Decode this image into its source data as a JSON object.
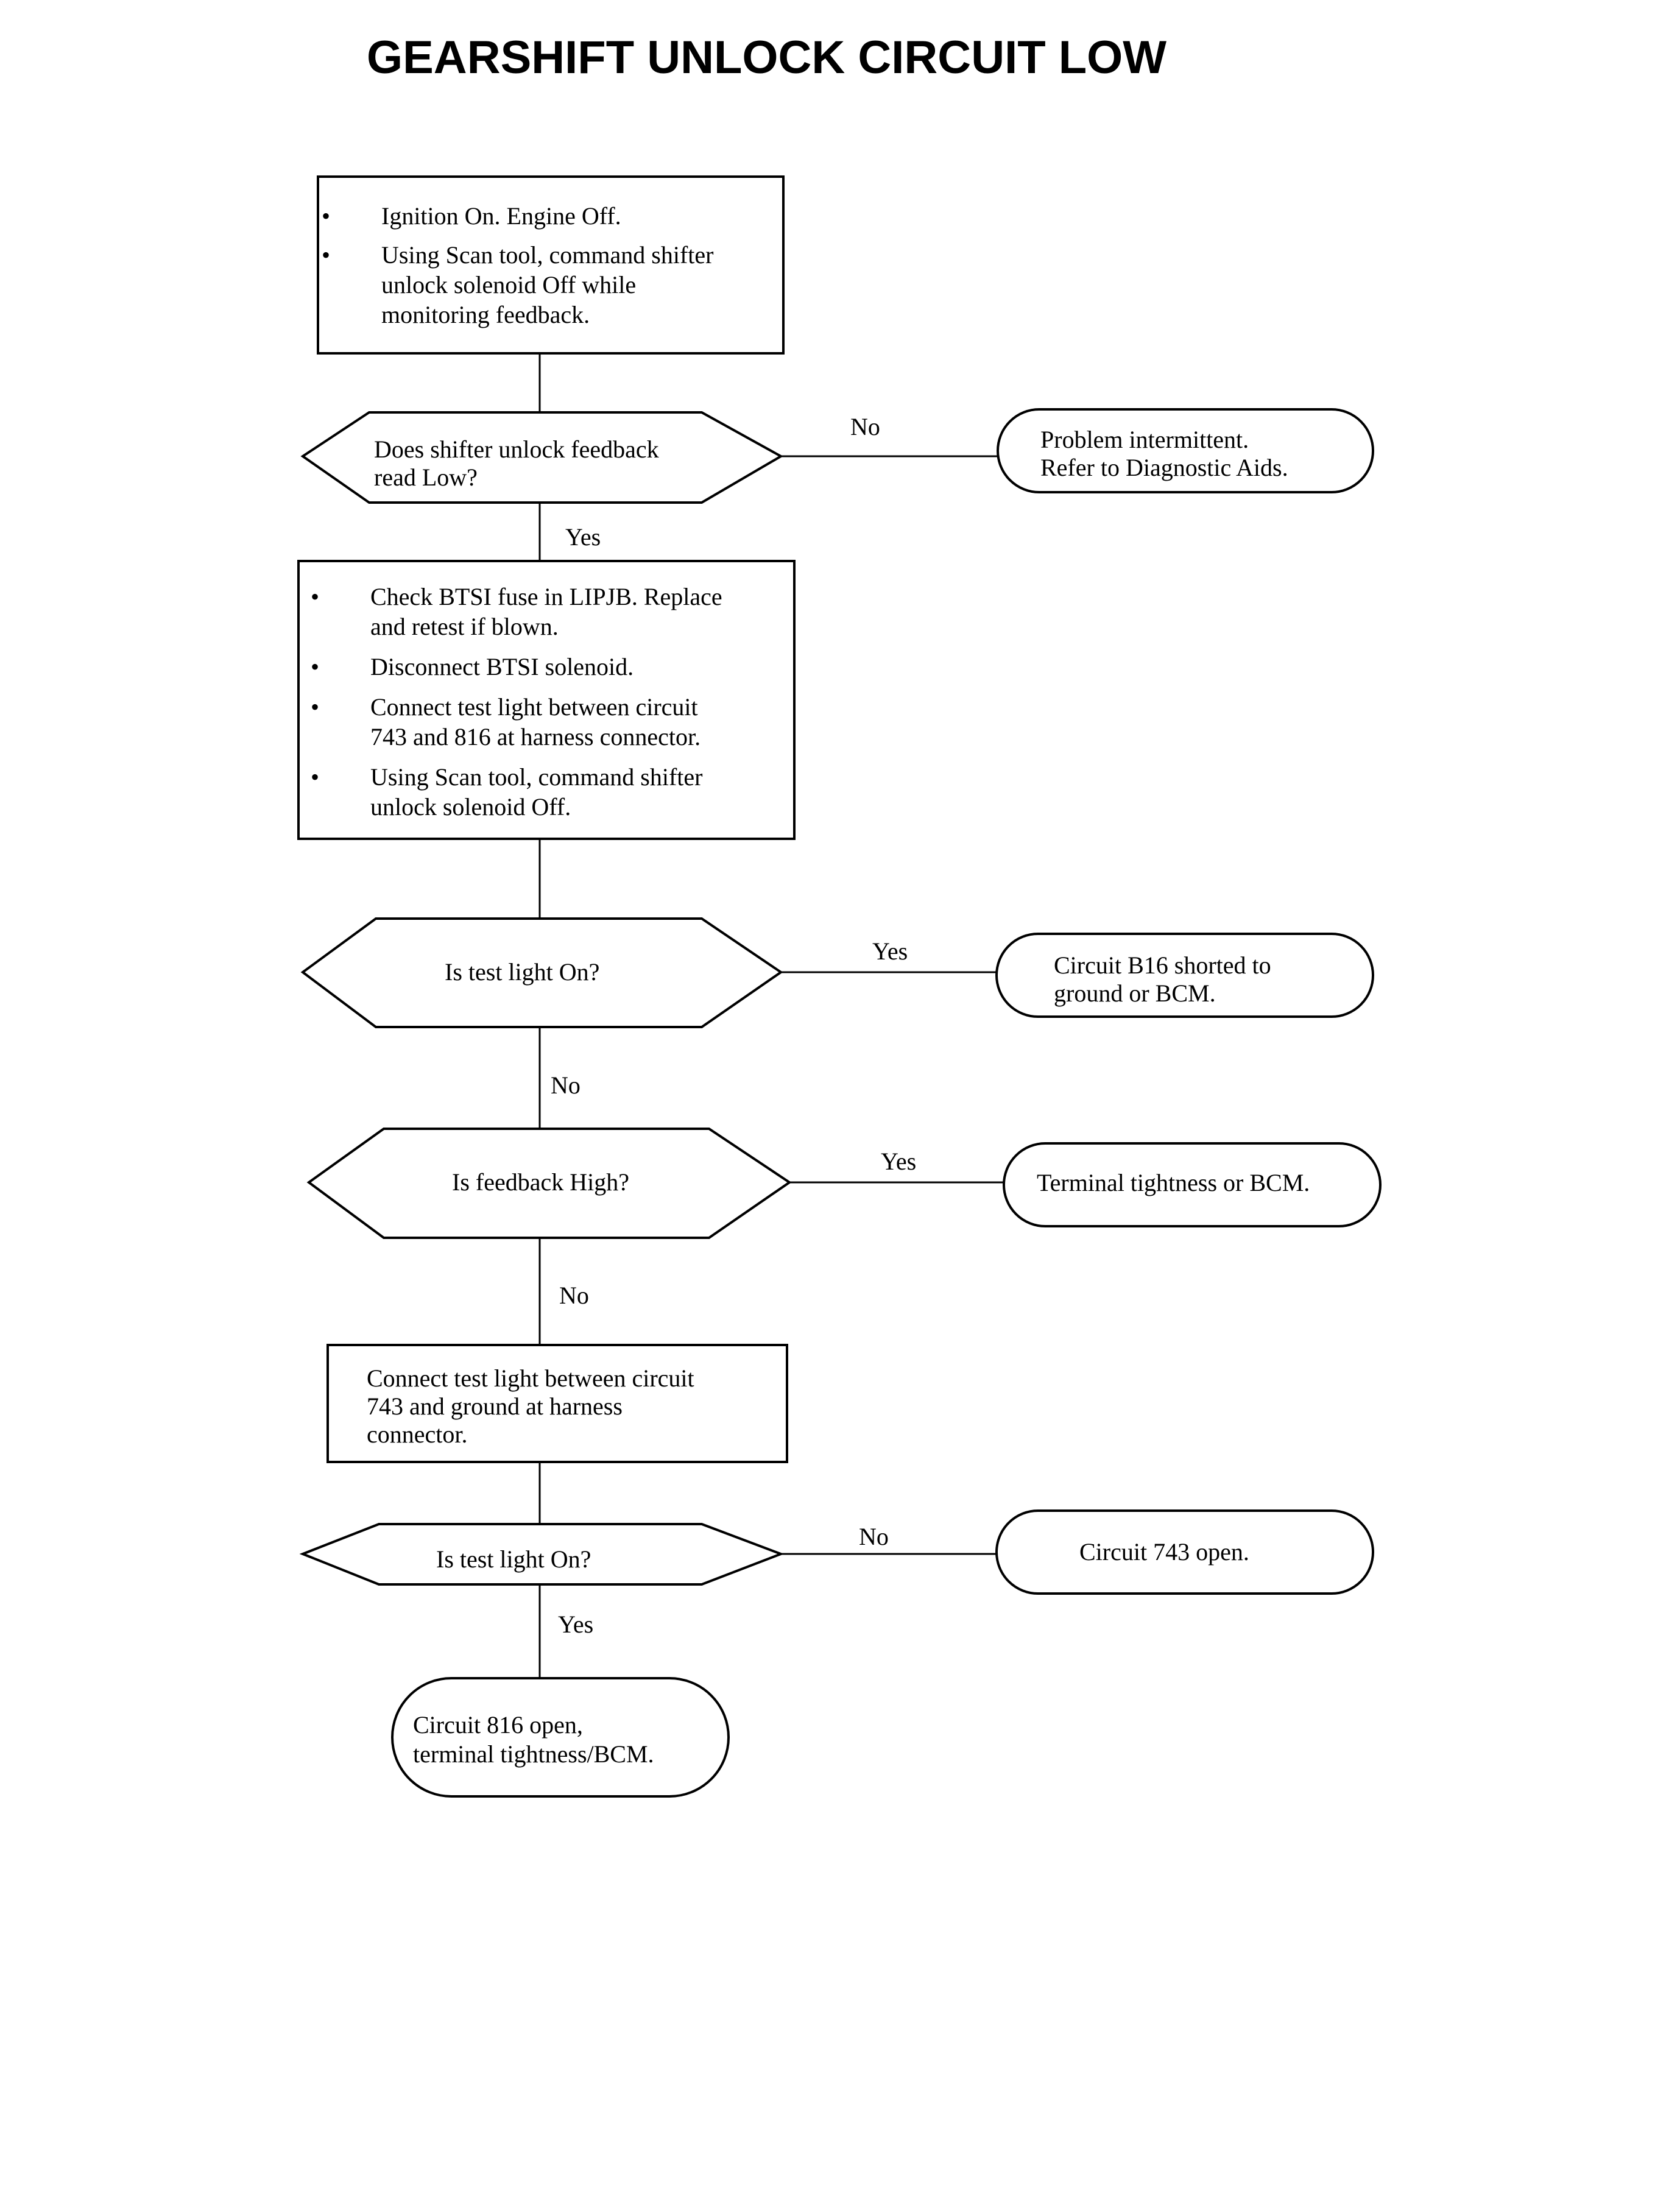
{
  "title": "GEARSHIFT UNLOCK CIRCUIT LOW",
  "bullet_symbol": "•",
  "nodes": {
    "step1": {
      "bullets": [
        [
          "Ignition On. Engine Off."
        ],
        [
          "Using Scan tool, command shifter",
          "unlock solenoid Off while",
          "monitoring feedback."
        ]
      ]
    },
    "decision1": {
      "lines": [
        "Does shifter unlock feedback",
        "read Low?"
      ]
    },
    "result1": {
      "lines": [
        "Problem intermittent.",
        "Refer to Diagnostic Aids."
      ]
    },
    "step2": {
      "bullets": [
        [
          "Check BTSI fuse in LIPJB. Replace",
          "and retest if blown."
        ],
        [
          "Disconnect BTSI solenoid."
        ],
        [
          "Connect test light between circuit",
          "743 and 816 at harness connector."
        ],
        [
          "Using Scan tool, command shifter",
          "unlock solenoid Off."
        ]
      ]
    },
    "decision2": {
      "lines": [
        "Is test light On?"
      ]
    },
    "result2": {
      "lines": [
        "Circuit B16 shorted to",
        "ground or BCM."
      ]
    },
    "decision3": {
      "lines": [
        "Is feedback High?"
      ]
    },
    "result3": {
      "lines": [
        "Terminal tightness or BCM."
      ]
    },
    "step3": {
      "lines": [
        "Connect test light between circuit",
        "743 and ground at harness",
        "connector."
      ]
    },
    "decision4": {
      "lines": [
        "Is test light On?"
      ]
    },
    "result4": {
      "lines": [
        "Circuit 743 open."
      ]
    },
    "result5": {
      "lines": [
        "Circuit 816 open,",
        "terminal tightness/BCM."
      ]
    }
  },
  "edge_labels": {
    "d1_no": "No",
    "d1_yes": "Yes",
    "d2_yes": "Yes",
    "d2_no": "No",
    "d3_yes": "Yes",
    "d3_no": "No",
    "d4_no": "No",
    "d4_yes": "Yes"
  }
}
